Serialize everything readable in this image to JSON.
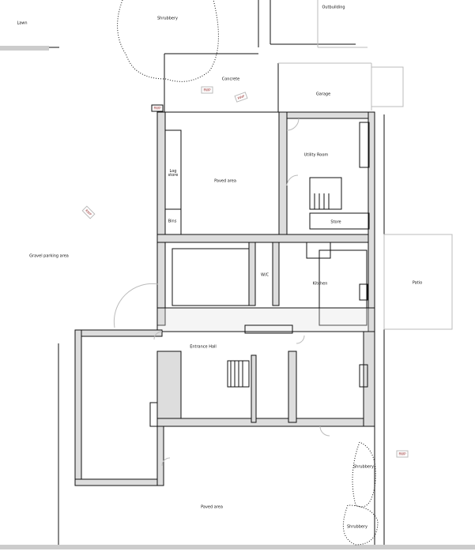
{
  "labels": {
    "lawn": "Lawn",
    "shrubbery_top": "Shrubbery",
    "outbuilding": "Outbuilding",
    "concrete": "Concrete",
    "garage": "Garage",
    "utility_room": "Utility Room",
    "log_store": "Log store",
    "paved_area_court": "Paved area",
    "bins": "Bins",
    "store": "Store",
    "gravel_parking": "Gravel parking area",
    "wc": "W/C",
    "kitchen": "Kitchen",
    "patio": "Patio",
    "entrance_hall": "Entrance Hall",
    "shrubbery_right1": "Shrubbery",
    "shrubbery_right2": "Shrubbery",
    "paved_area_front": "Paved area"
  },
  "markers": [
    "RWP",
    "RWP",
    "RWP",
    "RWP",
    "RWP"
  ],
  "colors": {
    "wall_fill": "#dddddd",
    "line": "#111111"
  }
}
